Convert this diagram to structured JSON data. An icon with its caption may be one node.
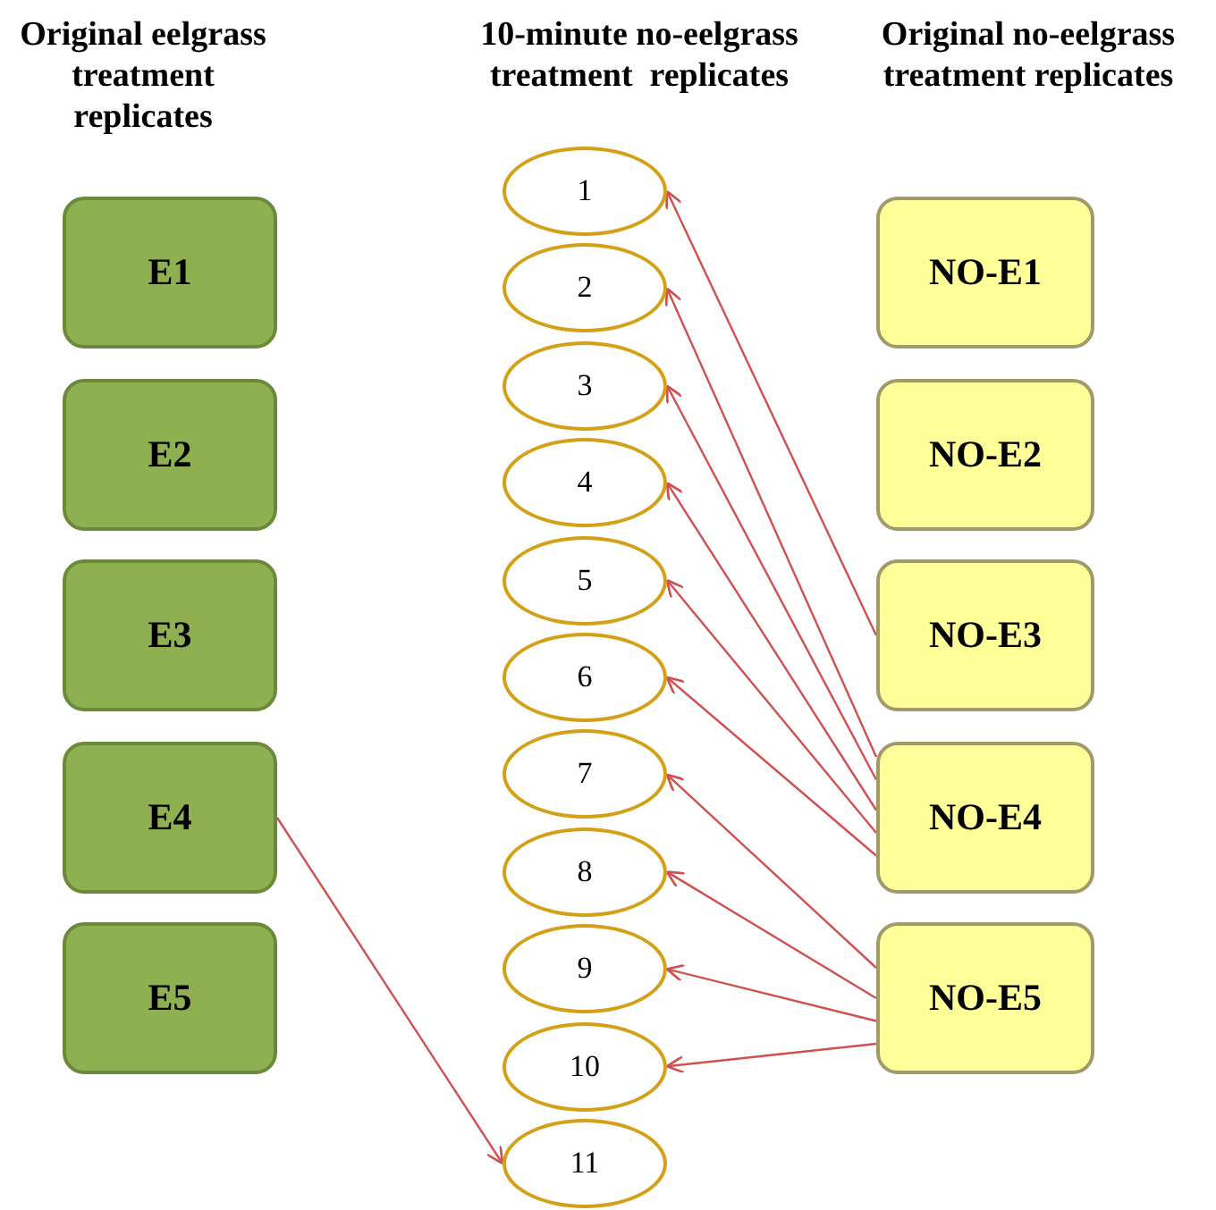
{
  "diagram": {
    "nodes": [
      {
        "text": [
          "E1"
        ]
      },
      {
        "text": [
          "E2"
        ]
      },
      {
        "text": [
          "E3"
        ]
      },
      {
        "text": [
          "E4"
        ]
      },
      {
        "text": [
          "E5"
        ]
      },
      {
        "text": [
          "NO-E1"
        ]
      },
      {
        "text": [
          "NO-E2"
        ]
      },
      {
        "text": [
          "NO-E3"
        ]
      },
      {
        "text": [
          "NO-E4"
        ]
      },
      {
        "text": [
          "NO-E5"
        ]
      },
      {
        "text": [
          "1"
        ]
      },
      {
        "text": [
          "2"
        ]
      },
      {
        "text": [
          "3"
        ]
      },
      {
        "text": [
          "4"
        ]
      },
      {
        "text": [
          "5"
        ]
      },
      {
        "text": [
          "6"
        ]
      },
      {
        "text": [
          "7"
        ]
      },
      {
        "text": [
          "8"
        ]
      },
      {
        "text": [
          "9"
        ]
      },
      {
        "text": [
          "10"
        ]
      },
      {
        "text": [
          "11"
        ]
      }
    ],
    "edges": [
      {
        "from": 7,
        "to": 10,
        "arrow": "to"
      },
      {
        "from": 8,
        "to": 11,
        "arrow": "to"
      },
      {
        "from": 8,
        "to": 12,
        "arrow": "to"
      },
      {
        "from": 8,
        "to": 13,
        "arrow": "to"
      },
      {
        "from": 8,
        "to": 14,
        "arrow": "to"
      },
      {
        "from": 8,
        "to": 15,
        "arrow": "to"
      },
      {
        "from": 9,
        "to": 16,
        "arrow": "to"
      },
      {
        "from": 9,
        "to": 17,
        "arrow": "to"
      },
      {
        "from": 9,
        "to": 18,
        "arrow": "to"
      },
      {
        "from": 9,
        "to": 19,
        "arrow": "to"
      },
      {
        "from": 3,
        "to": 20,
        "arrow": "to"
      }
    ],
    "labels": [
      "Original eelgrass treatment replicates",
      "10-minute no-eelgrass treatment  replicates",
      "Original no-eelgrass treatment replicates"
    ]
  }
}
